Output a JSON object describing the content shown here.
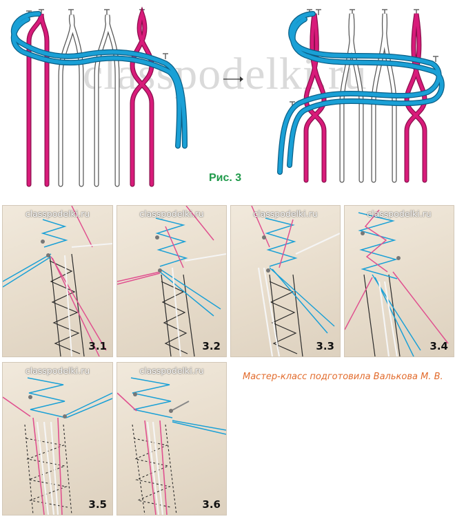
{
  "figure": {
    "watermark": "classpodelki.ru",
    "label": "Рис. 3",
    "colors": {
      "pink": "#d81b7a",
      "blue": "#1aa0d6",
      "white": "#ffffff",
      "outline": "#555555"
    }
  },
  "photos": [
    {
      "id": "3.1",
      "site": "classpodelki.ru",
      "number": "3.1"
    },
    {
      "id": "3.2",
      "site": "classpodelki.ru",
      "number": "3.2"
    },
    {
      "id": "3.3",
      "site": "classpodelki.ru",
      "number": "3.3"
    },
    {
      "id": "3.4",
      "site": "classpodelki.ru",
      "number": "3.4"
    },
    {
      "id": "3.5",
      "site": "classpodelki.ru",
      "number": "3.5"
    },
    {
      "id": "3.6",
      "site": "classpodelki.ru",
      "number": "3.6"
    }
  ],
  "credit": "Мастер-класс подготовила Валькова М. В."
}
